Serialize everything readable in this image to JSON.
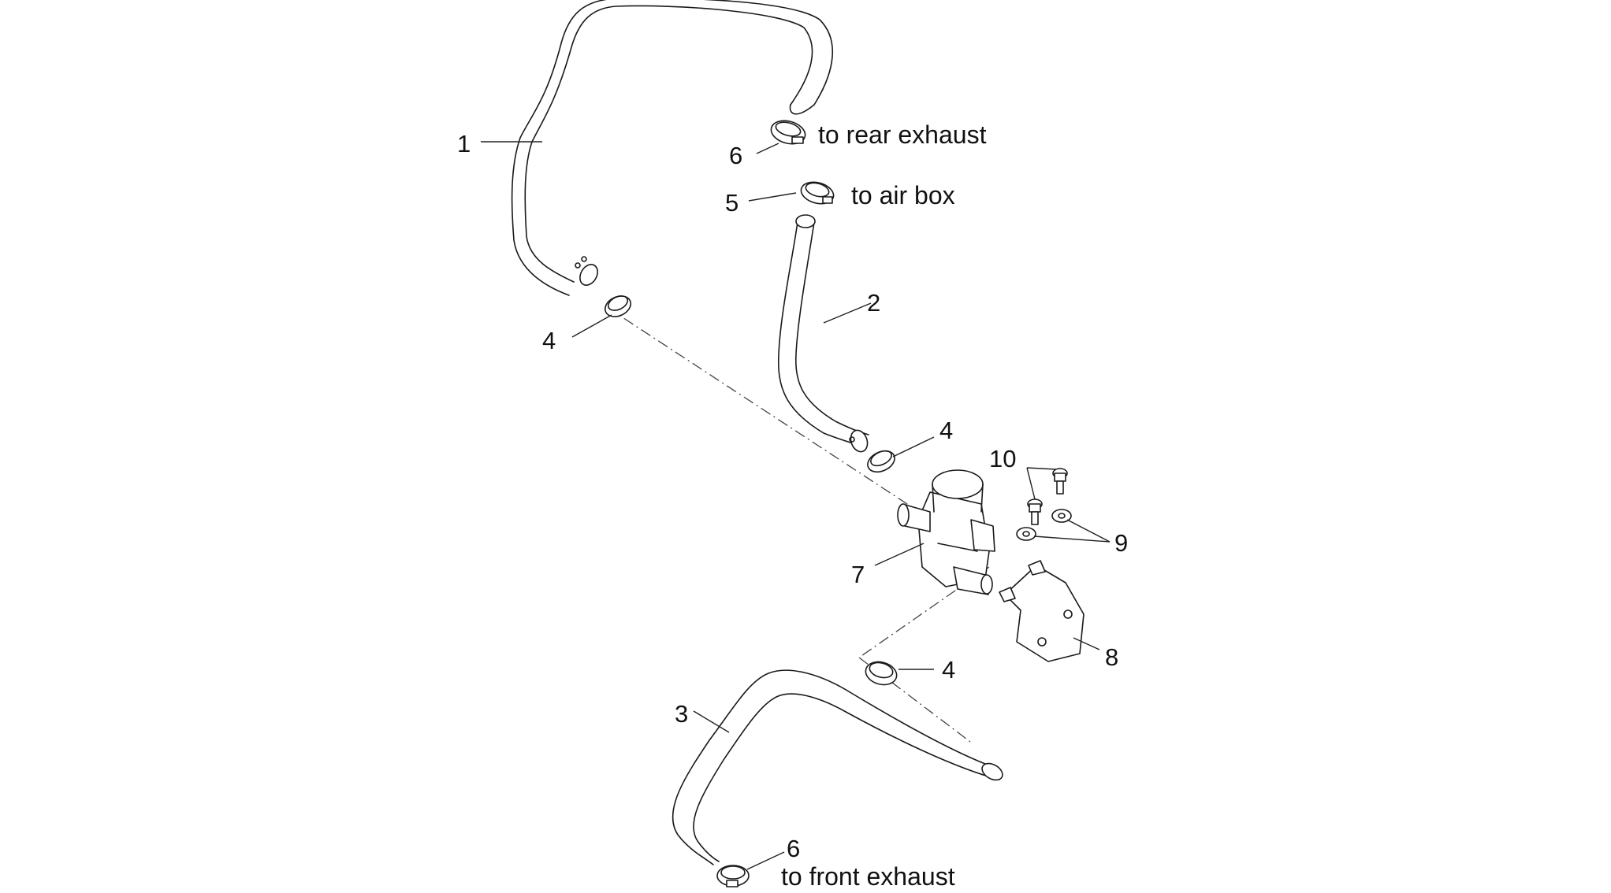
{
  "callouts": {
    "c1": "1",
    "c2": "2",
    "c3": "3",
    "c4a": "4",
    "c4b": "4",
    "c4c": "4",
    "c5": "5",
    "c6a": "6",
    "c6b": "6",
    "c7": "7",
    "c8": "8",
    "c9": "9",
    "c10": "10"
  },
  "notes": {
    "rear_exhaust": "to rear exhaust",
    "air_box": "to air box",
    "front_exhaust": "to front exhaust"
  },
  "colors": {
    "line": "#1a1a1a",
    "background": "#ffffff"
  }
}
